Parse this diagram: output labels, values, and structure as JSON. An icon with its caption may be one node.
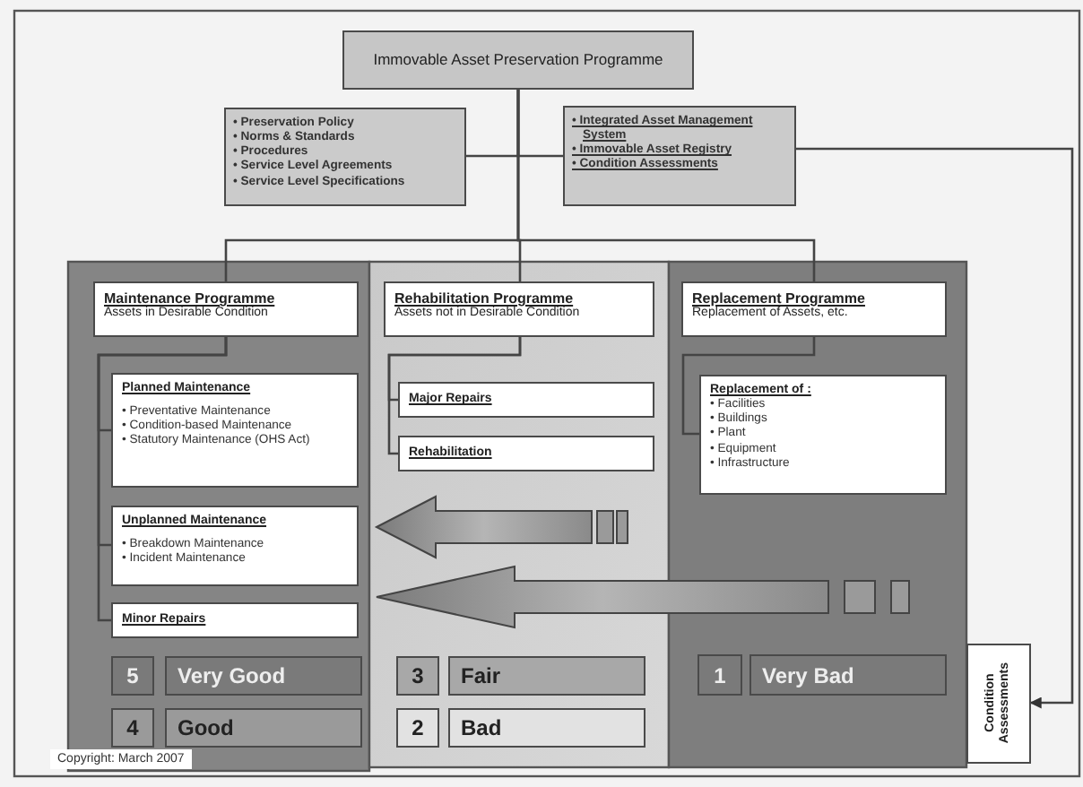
{
  "diagram": {
    "nodes": [
      {
        "text": [
          "Immovable Asset Preservation Programme"
        ]
      },
      {
        "text": [
          "• Preservation Policy",
          "• Norms & Standards",
          "• Procedures",
          "• Service Level Agreements",
          "• Service Level Specifications"
        ]
      },
      {
        "text": [
          "• Integrated Asset Management System",
          "• Immovable Asset Registry",
          "• Condition Assessments"
        ]
      },
      {
        "text": [
          "Maintenance Programme",
          "Assets in Desirable Condition"
        ]
      },
      {
        "text": [
          "Rehabilitation Programme",
          "Assets not in Desirable Condition"
        ]
      },
      {
        "text": [
          "Replacement Programme",
          "Replacement of Assets, etc."
        ]
      },
      {
        "text": [
          "Planned Maintenance",
          "• Preventative Maintenance",
          "• Condition-based Maintenance",
          "• Statutory Maintenance (OHS Act)"
        ]
      },
      {
        "text": [
          "Major Repairs"
        ]
      },
      {
        "text": [
          "Rehabilitation"
        ]
      },
      {
        "text": [
          "Replacement of :",
          "• Facilities",
          "• Buildings",
          "• Plant",
          "• Equipment",
          "• Infrastructure"
        ]
      },
      {
        "text": [
          "Unplanned Maintenance",
          "• Breakdown Maintenance",
          "• Incident Maintenance"
        ]
      },
      {
        "text": [
          "Minor Repairs"
        ]
      },
      {
        "text": [
          "5"
        ]
      },
      {
        "text": [
          "Very Good"
        ]
      },
      {
        "text": [
          "3"
        ]
      },
      {
        "text": [
          "Fair"
        ]
      },
      {
        "text": [
          "1"
        ]
      },
      {
        "text": [
          "Very Bad"
        ]
      },
      {
        "text": [
          "4"
        ]
      },
      {
        "text": [
          "Good"
        ]
      },
      {
        "text": [
          "2"
        ]
      },
      {
        "text": [
          "Bad"
        ]
      },
      {
        "text": [
          "Condition Assessments"
        ]
      }
    ],
    "edges": [
      {
        "from": 0,
        "to": 1,
        "arrow": "none"
      },
      {
        "from": 0,
        "to": 2,
        "arrow": "none"
      },
      {
        "from": 0,
        "to": 3,
        "arrow": "none"
      },
      {
        "from": 0,
        "to": 4,
        "arrow": "none"
      },
      {
        "from": 0,
        "to": 5,
        "arrow": "none"
      },
      {
        "from": 3,
        "to": 6,
        "arrow": "none"
      },
      {
        "from": 3,
        "to": 10,
        "arrow": "none"
      },
      {
        "from": 3,
        "to": 11,
        "arrow": "none"
      },
      {
        "from": 4,
        "to": 7,
        "arrow": "none"
      },
      {
        "from": 4,
        "to": 8,
        "arrow": "none"
      },
      {
        "from": 5,
        "to": 9,
        "arrow": "none"
      },
      {
        "from": 2,
        "to": 22,
        "arrow": "to"
      },
      {
        "from": null,
        "to": 10,
        "arrow": "to",
        "style": "thick"
      },
      {
        "from": null,
        "to": 11,
        "arrow": "to",
        "style": "thick"
      }
    ],
    "labels": [
      "Copyright: March 2007"
    ]
  }
}
